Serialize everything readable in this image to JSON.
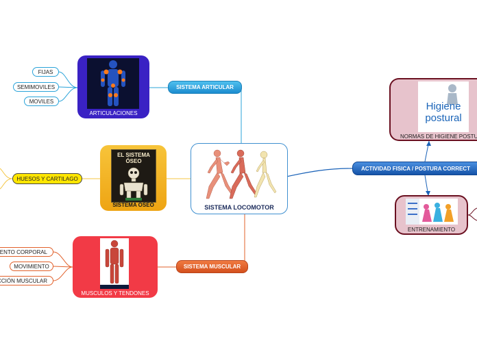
{
  "central": {
    "label": "SISTEMA LOCOMOTOR"
  },
  "articular": {
    "label": "SISTEMA ARTICULAR",
    "card_label": "ARTICULACIONES",
    "items": [
      "FIJAS",
      "SEMIMOVILES",
      "MOVILES"
    ]
  },
  "oseo": {
    "card_label": "SISTEMA OSEO",
    "item": "HUESOS Y CARTILAGO",
    "book_title_line1": "EL SISTEMA",
    "book_title_line2": "ÓSEO"
  },
  "muscular": {
    "label": "SISTEMA MUSCULAR",
    "card_label": "MUSCULOS Y TENDONES",
    "items": [
      "AMIENTO CORPORAL",
      "MOVIMIENTO",
      "RACCIÓN MUSCULAR"
    ]
  },
  "actividad": {
    "label": "ACTIVIDAD FISICA / POSTURA CORRECT",
    "higiene_label": "NORMAS DE HIGIENE POSTUR",
    "higiene_pic_line1": "Higiene",
    "higiene_pic_line2": "postural",
    "entrenamiento_label": "ENTRENAMIENTO"
  },
  "colors": {
    "articular": "#29a3d9",
    "articular_card": "#3a22c4",
    "oseo_card": "#f4b21c",
    "oseo_pill": "#ffe600",
    "muscular": "#e1602a",
    "muscular_card": "#f23a46",
    "actividad": "#1a62b8",
    "higiene_card": "#e7c3cc",
    "maroon": "#6a1020"
  }
}
